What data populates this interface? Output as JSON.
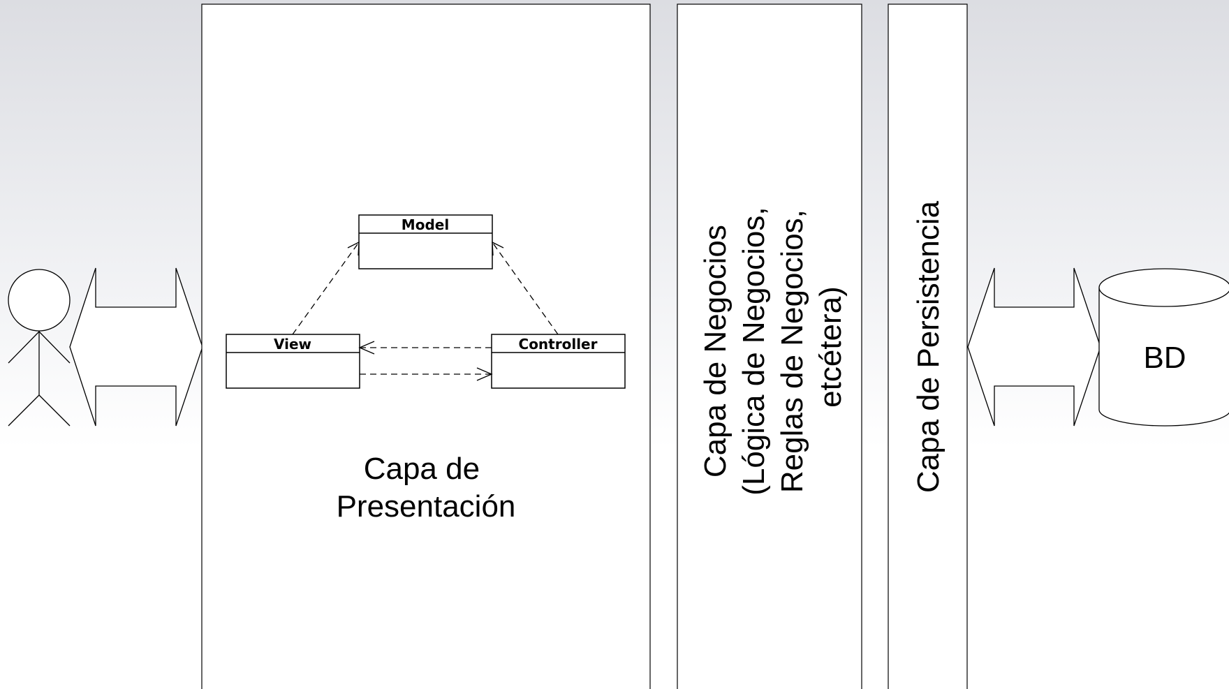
{
  "diagram": {
    "presentation_layer": {
      "label_line1": "Capa de",
      "label_line2": "Presentación"
    },
    "business_layer": {
      "lines": [
        "Capa de Negocios",
        "(Lógica de Negocios,",
        "Reglas de Negocios,",
        "etcétera)"
      ]
    },
    "persistence_layer": {
      "label": "Capa de Persistencia"
    },
    "database": {
      "label": "BD"
    },
    "mvc": {
      "model": "Model",
      "view": "View",
      "controller": "Controller"
    }
  }
}
